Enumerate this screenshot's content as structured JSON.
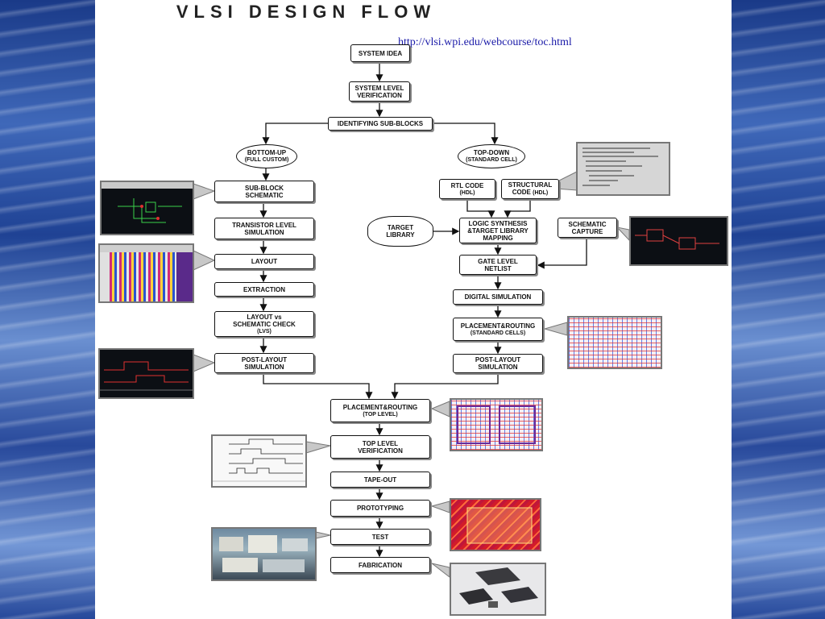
{
  "title": "VLSI DESIGN FLOW",
  "url": "http://vlsi.wpi.edu/webcourse/toc.html",
  "common": {
    "system_idea": "SYSTEM IDEA",
    "system_verif": [
      "SYSTEM LEVEL",
      "VERIFICATION"
    ],
    "identify": "IDENTIFYING SUB-BLOCKS"
  },
  "branches": {
    "bottom_up": {
      "title": "BOTTOM-UP",
      "sub": "(FULL CUSTOM)"
    },
    "top_down": {
      "title": "TOP-DOWN",
      "sub": "(STANDARD CELL)"
    }
  },
  "left_flow": {
    "subblock": [
      "SUB-BLOCK",
      "SCHEMATIC"
    ],
    "transistor": [
      "TRANSISTOR LEVEL",
      "SIMULATION"
    ],
    "layout": "LAYOUT",
    "extraction": "EXTRACTION",
    "lvs": [
      "LAYOUT vs",
      "SCHEMATIC CHECK",
      "(LVS)"
    ],
    "postlayout": [
      "POST-LAYOUT",
      "SIMULATION"
    ]
  },
  "right_flow": {
    "rtl": [
      "RTL CODE",
      "(HDL)"
    ],
    "structural": [
      "STRUCTURAL",
      "CODE",
      "(HDL)"
    ],
    "target_library": [
      "TARGET",
      "LIBRARY"
    ],
    "logic_synth": [
      "LOGIC SYNTHESIS",
      "&TARGET LIBRARY",
      "MAPPING"
    ],
    "schematic_capture": [
      "SCHEMATIC",
      "CAPTURE"
    ],
    "gate_netlist": [
      "GATE LEVEL",
      "NETLIST"
    ],
    "digital_sim": "DIGITAL SIMULATION",
    "pr_std": [
      "PLACEMENT&ROUTING",
      "(STANDARD CELLS)"
    ],
    "postlayout": [
      "POST-LAYOUT",
      "SIMULATION"
    ]
  },
  "bottom_flow": {
    "pr_top": [
      "PLACEMENT&ROUTING",
      "(TOP LEVEL)"
    ],
    "top_verif": [
      "TOP LEVEL",
      "VERIFICATION"
    ],
    "tapeout": "TAPE-OUT",
    "prototyping": "PROTOTYPING",
    "test": "TEST",
    "fabrication": "FABRICATION"
  },
  "images": {
    "schematic_screenshot": "schematic-editor-image",
    "layout_screenshot": "layout-editor-image",
    "waveform_screenshot": "waveform-image",
    "hdl_code_screenshot": "hdl-code-image",
    "schematic_capture_screenshot": "schematic-capture-image",
    "std_cell_routing": "standard-cell-routing-image",
    "top_level_routing": "top-level-routing-image",
    "verification_waveform": "verification-waveform-image",
    "prototype_chip": "prototype-chip-image",
    "test_lab": "test-lab-image",
    "packaged_chips": "packaged-chips-image"
  },
  "colors": {
    "accent_link": "#1a1aa8",
    "box_border": "#111111",
    "frame": "#777777"
  }
}
